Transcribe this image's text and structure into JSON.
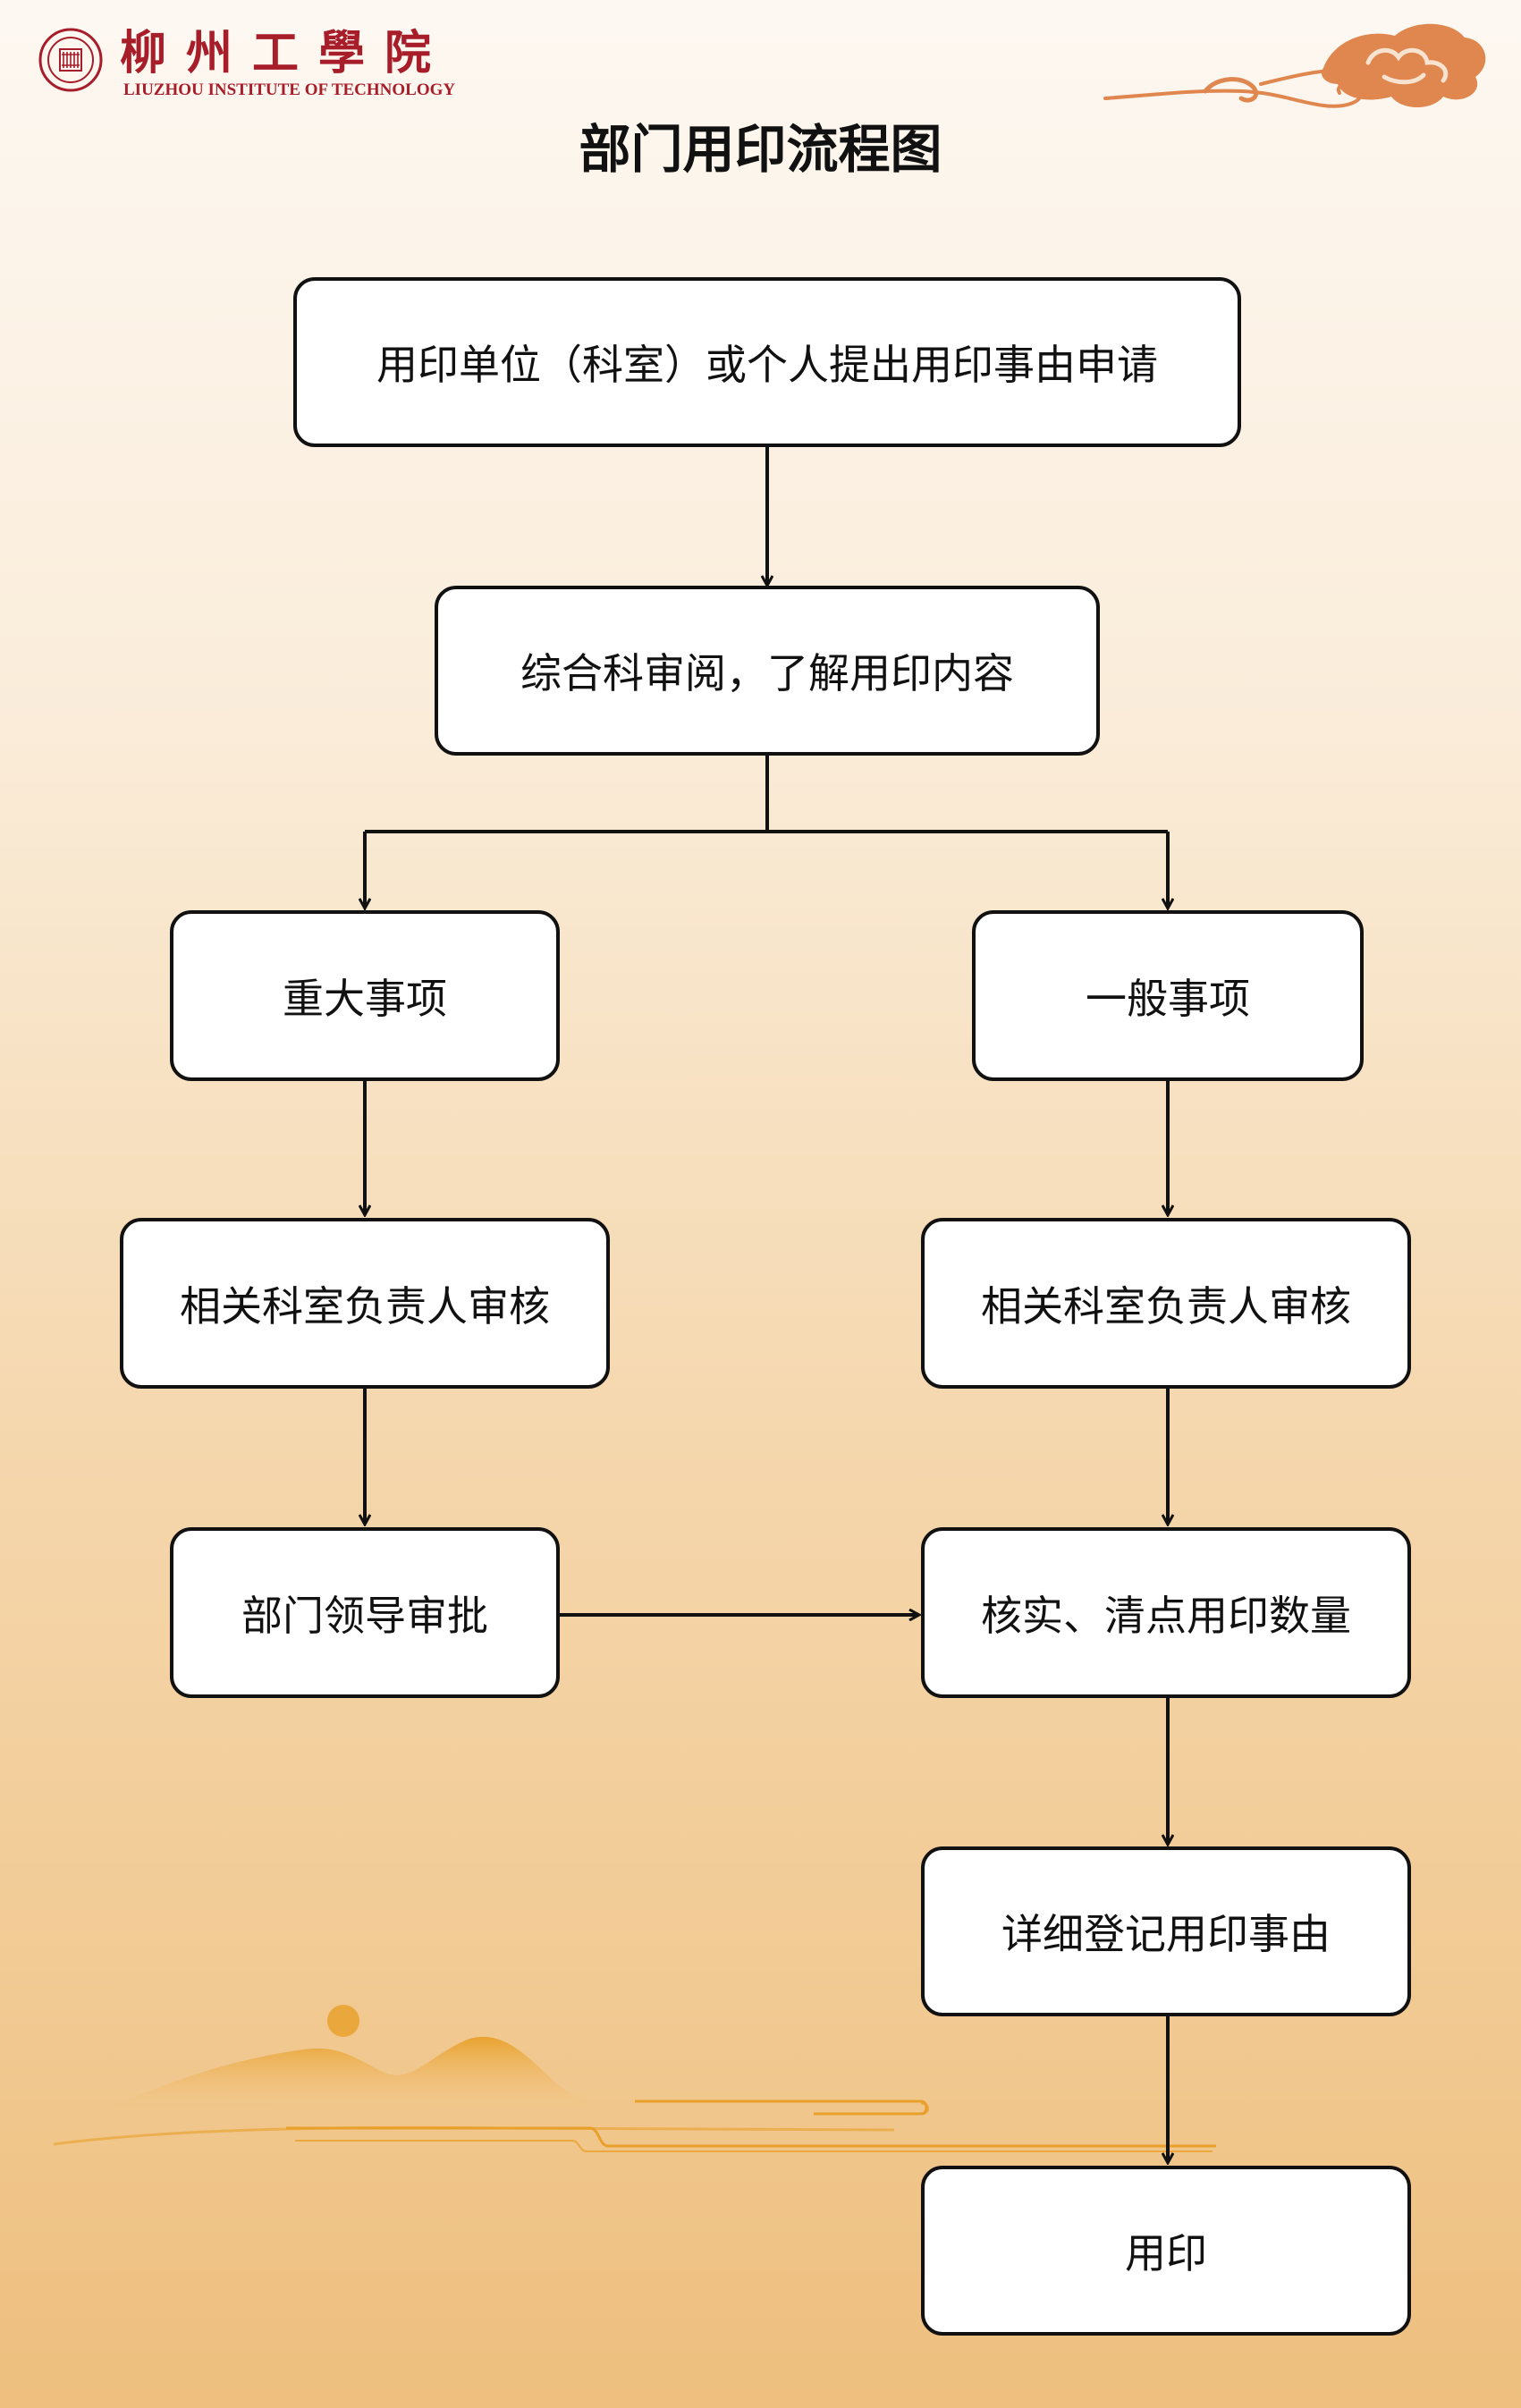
{
  "header": {
    "logo_cn": "柳州工學院",
    "logo_en": "LIUZHOU INSTITUTE OF TECHNOLOGY",
    "title": "部门用印流程图"
  },
  "nodes": {
    "apply": "用印单位（科室）或个人提出用印事由申请",
    "review": "综合科审阅，了解用印内容",
    "major": "重大事项",
    "general": "一般事项",
    "major_head_review": "相关科室负责人审核",
    "general_head_review": "相关科室负责人审核",
    "dept_leader_approve": "部门领导审批",
    "verify_count": "核实、清点用印数量",
    "register": "详细登记用印事由",
    "stamp": "用印"
  },
  "colors": {
    "brand_red": "#a71d2a",
    "cloud_orange": "#e0874f",
    "mountain_orange": "#e8a02a",
    "line": "#111111"
  }
}
